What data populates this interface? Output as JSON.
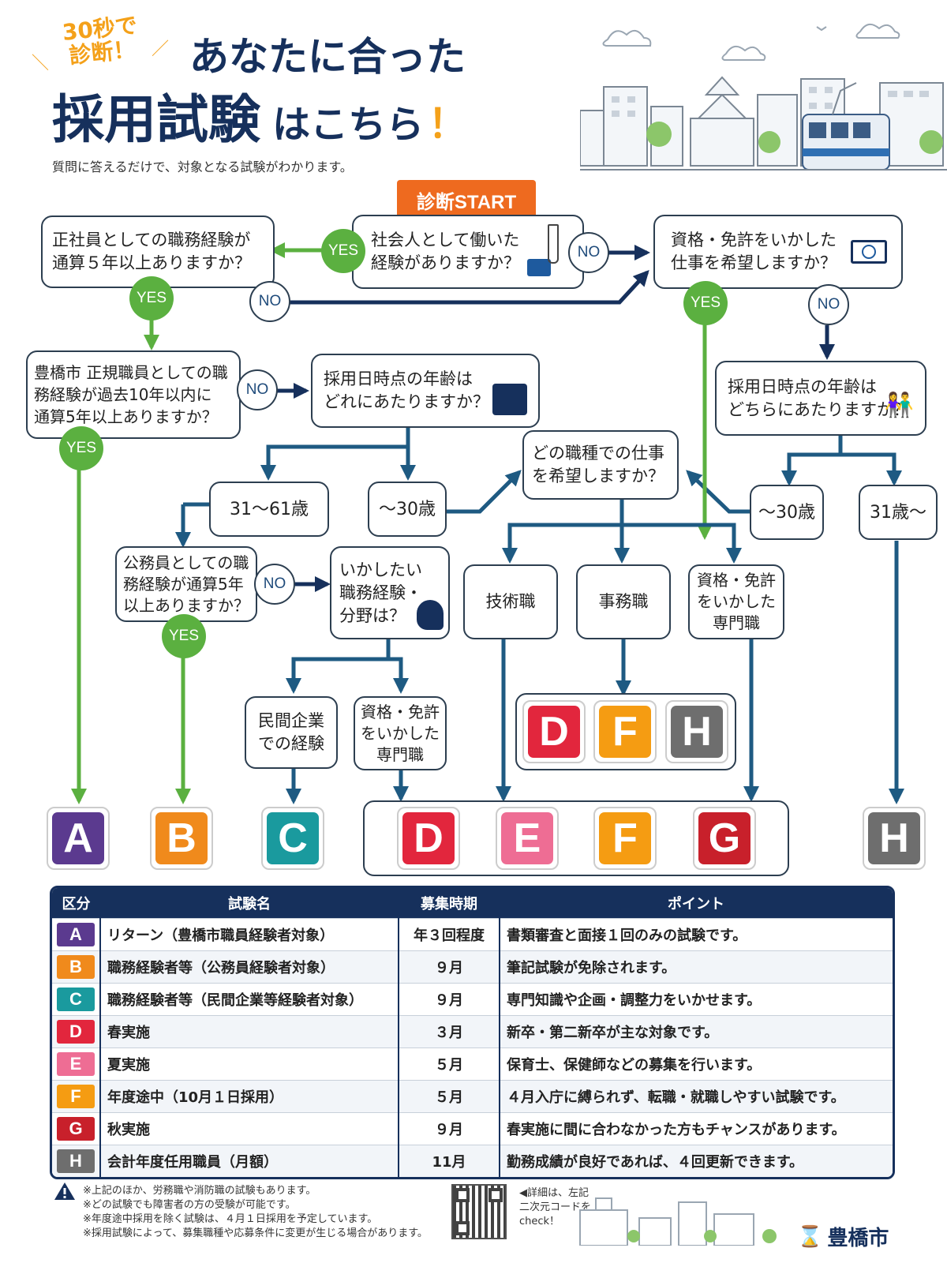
{
  "header": {
    "badge": "30秒で\n診断！",
    "title_line1": "あなたに合った",
    "title_line2_main": "採用試験",
    "title_line2_suffix": "はこちら",
    "title_exclaim": "！",
    "subtitle": "質問に答えるだけで、対象となる試験がわかります。"
  },
  "flow": {
    "start": "診断START",
    "q_work": "社会人として働いた\n経験がありますか？",
    "q_5years": "正社員としての職務経験が\n通算５年以上ありますか？",
    "q_license": "資格・免許をいかした\n仕事を希望しますか？",
    "q_toyohashi": "豊橋市 正規職員としての職\n務経験が過去10年以内に\n通算5年以上ありますか？",
    "q_age1": "採用日時点の年齢は\nどれにあたりますか？",
    "q_age2": "採用日時点の年齢は\nどちらにあたりますか？",
    "q_jobtype": "どの職種での仕事\nを希望しますか？",
    "q_public": "公務員としての職\n務経験が通算5年\n以上ありますか？",
    "q_field": "いかしたい\n職務経験・\n分野は？",
    "age_31_61": "31～61歳",
    "age_30_a": "～30歳",
    "age_30_b": "～30歳",
    "age_31": "31歳～",
    "job_tech": "技術職",
    "job_office": "事務職",
    "job_license": "資格・免許\nをいかした\n専門職",
    "private_exp": "民間企業\nでの経験",
    "license_pro": "資格・免許\nをいかした\n専門職",
    "yes": "YES",
    "no": "NO"
  },
  "codes": {
    "A": "A",
    "B": "B",
    "C": "C",
    "D": "D",
    "E": "E",
    "F": "F",
    "G": "G",
    "H": "H"
  },
  "colors": {
    "A": "#5b3a8f",
    "B": "#f08a1c",
    "C": "#1a9a9e",
    "D": "#e2263d",
    "E": "#ee6d94",
    "F": "#f59c12",
    "G": "#c8202b",
    "H": "#6e6e6e",
    "yes": "#5bb040",
    "line": "#1e5a82",
    "start": "#ee6a1f",
    "navy": "#16305c"
  },
  "table": {
    "headers": [
      "区分",
      "試験名",
      "募集時期",
      "ポイント"
    ],
    "rows": [
      {
        "code": "A",
        "name": "リターン（豊橋市職員経験者対象）",
        "period": "年３回程度",
        "point": "書類審査と面接１回のみの試験です。"
      },
      {
        "code": "B",
        "name": "職務経験者等（公務員経験者対象）",
        "period": "９月",
        "point": "筆記試験が免除されます。"
      },
      {
        "code": "C",
        "name": "職務経験者等（民間企業等経験者対象）",
        "period": "９月",
        "point": "専門知識や企画・調整力をいかせます。"
      },
      {
        "code": "D",
        "name": "春実施",
        "period": "３月",
        "point": "新卒・第二新卒が主な対象です。"
      },
      {
        "code": "E",
        "name": "夏実施",
        "period": "５月",
        "point": "保育士、保健師などの募集を行います。"
      },
      {
        "code": "F",
        "name": "年度途中（10月１日採用）",
        "period": "５月",
        "point": "４月入庁に縛られず、転職・就職しやすい試験です。"
      },
      {
        "code": "G",
        "name": "秋実施",
        "period": "９月",
        "point": "春実施に間に合わなかった方もチャンスがあります。"
      },
      {
        "code": "H",
        "name": "会計年度任用職員（月額）",
        "period": "11月",
        "point": "勤務成績が良好であれば、４回更新できます。"
      }
    ]
  },
  "footer": {
    "notes": "※上記のほか、労務職や消防職の試験もあります。\n※どの試験でも障害者の方の受験が可能です。\n※年度途中採用を除く試験は、４月１日採用を予定しています。\n※採用試験によって、募集職種や応募条件に変更が生じる場合があります。",
    "qr_caption": "◀詳細は、左記\n二次元コードを\ncheck！",
    "city": "豊橋市"
  }
}
